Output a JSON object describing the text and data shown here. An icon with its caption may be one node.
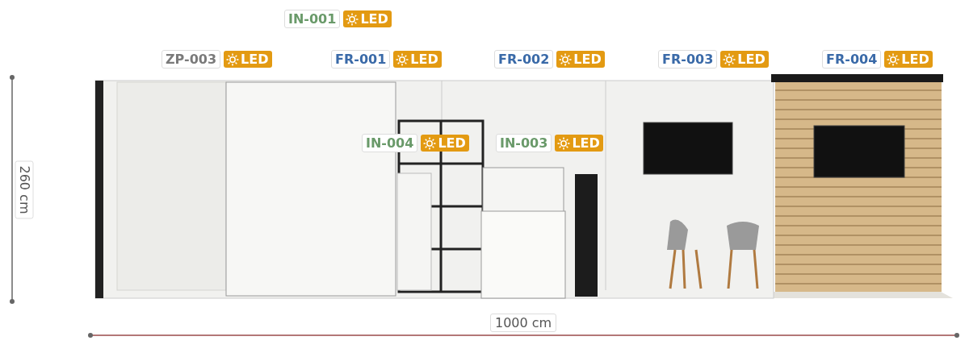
{
  "diagram": {
    "labels": [
      "IN-001",
      "LED",
      "ZP-003",
      "LED",
      "FR-001",
      "LED",
      "FR-002",
      "LED",
      "FR-003",
      "LED",
      "FR-004",
      "LED",
      "IN-004",
      "LED",
      "IN-003",
      "LED",
      "260 cm",
      "1000 cm"
    ]
  }
}
